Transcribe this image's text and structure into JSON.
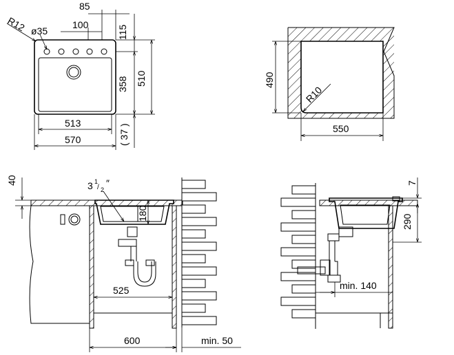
{
  "top_view": {
    "width_overall": "570",
    "width_inner": "513",
    "offset_85": "85",
    "spacing_100": "100",
    "corner_radius": "R12",
    "hole_diameter": "ø35",
    "depth_115": "115",
    "depth_358": "358",
    "depth_510": "510",
    "depth_37": "( 37 )"
  },
  "cutout_view": {
    "height": "490",
    "width": "550",
    "radius": "R10"
  },
  "front_view": {
    "countertop": "40",
    "waste_size_whole": "3",
    "waste_size_num": "1",
    "waste_size_den": "2",
    "waste_size_mark": "″",
    "bowl_depth": "180",
    "inner_width": "525",
    "cabinet_width": "600",
    "min_gap": "min. 50"
  },
  "side_view": {
    "rim": "7",
    "depth": "290",
    "min_gap": "min. 140"
  }
}
